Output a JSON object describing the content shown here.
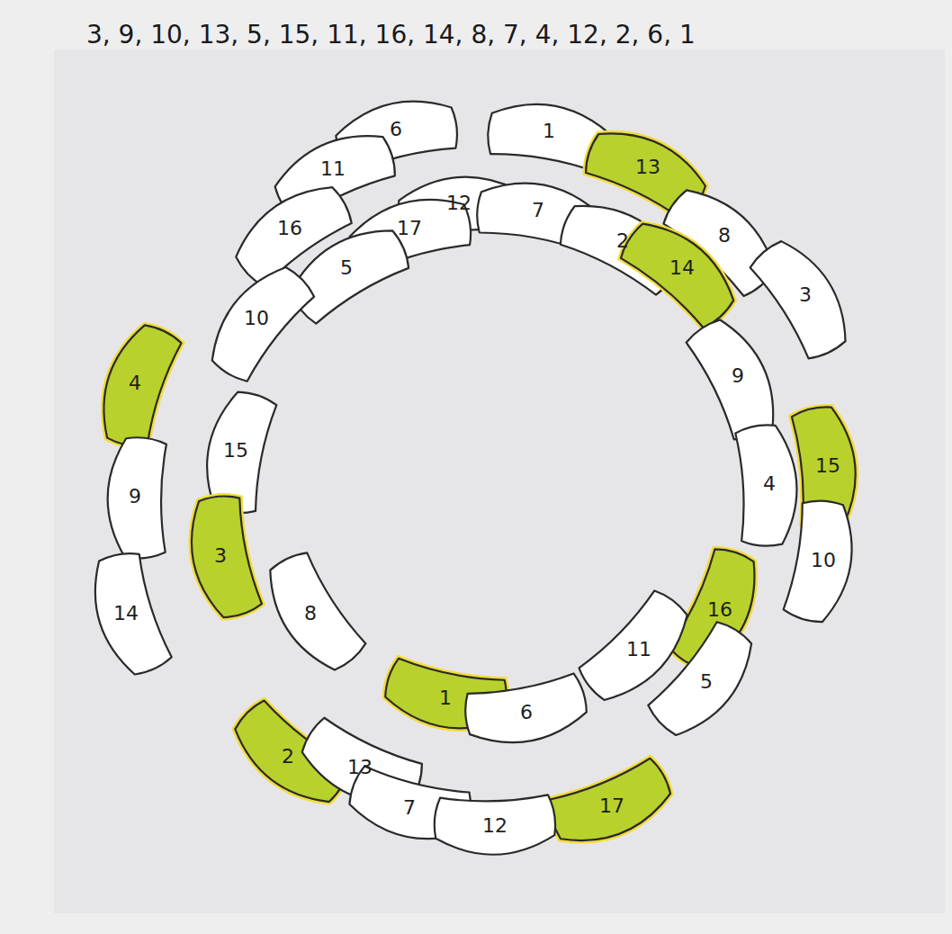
{
  "diagram": {
    "nodes": [
      {
        "text": [
          "6"
        ]
      },
      {
        "text": [
          "1"
        ]
      },
      {
        "text": [
          "11"
        ]
      },
      {
        "text": [
          "13"
        ]
      },
      {
        "text": [
          "12"
        ]
      },
      {
        "text": [
          "7"
        ]
      },
      {
        "text": [
          "16"
        ]
      },
      {
        "text": [
          "17"
        ]
      },
      {
        "text": [
          "2"
        ]
      },
      {
        "text": [
          "8"
        ]
      },
      {
        "text": [
          "5"
        ]
      },
      {
        "text": [
          "14"
        ]
      },
      {
        "text": [
          "3"
        ]
      },
      {
        "text": [
          "10"
        ]
      },
      {
        "text": [
          "9"
        ]
      },
      {
        "text": [
          "4"
        ]
      },
      {
        "text": [
          "15"
        ]
      },
      {
        "text": [
          "15"
        ]
      },
      {
        "text": [
          "4"
        ]
      },
      {
        "text": [
          "9"
        ]
      },
      {
        "text": [
          "3"
        ]
      },
      {
        "text": [
          "10"
        ]
      },
      {
        "text": [
          "14"
        ]
      },
      {
        "text": [
          "8"
        ]
      },
      {
        "text": [
          "16"
        ]
      },
      {
        "text": [
          "11"
        ]
      },
      {
        "text": [
          "5"
        ]
      },
      {
        "text": [
          "1"
        ]
      },
      {
        "text": [
          "6"
        ]
      },
      {
        "text": [
          "2"
        ]
      },
      {
        "text": [
          "13"
        ]
      },
      {
        "text": [
          "7"
        ]
      },
      {
        "text": [
          "17"
        ]
      },
      {
        "text": [
          "12"
        ]
      }
    ],
    "labels": [
      "3, 9, 10, 13, 5, 15, 11, 16, 14, 8, 7, 4, 12, 2, 6, 1"
    ]
  }
}
